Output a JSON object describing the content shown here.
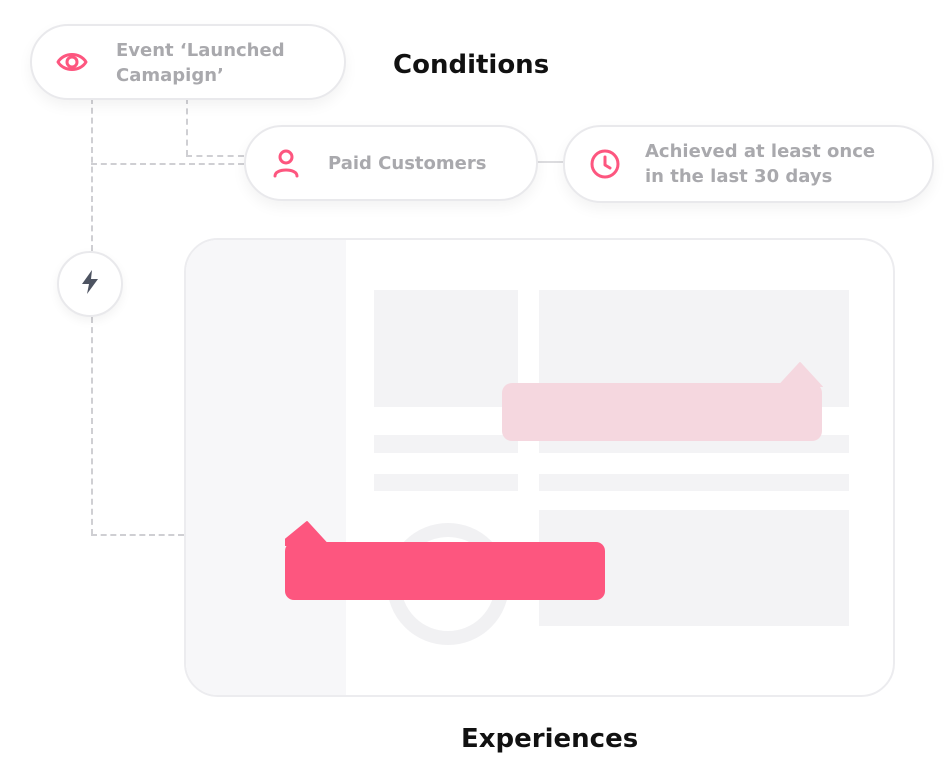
{
  "conditions_heading": "Conditions",
  "experiences_heading": "Experiences",
  "nodes": {
    "event": {
      "line1": "Event ‘Launched",
      "line2": "Camapign’",
      "icon": "eye-icon"
    },
    "paid": {
      "label": "Paid Customers",
      "icon": "user-icon"
    },
    "achieved": {
      "line1": "Achieved at least once",
      "line2": "in the last 30 days",
      "icon": "clock-icon"
    },
    "trigger": {
      "icon": "lightning-bolt-icon"
    }
  },
  "colors": {
    "accent": "#fd567f",
    "accent_light": "#f5d7df",
    "muted_text": "#a9a9ad",
    "bolt": "#4d5361"
  }
}
